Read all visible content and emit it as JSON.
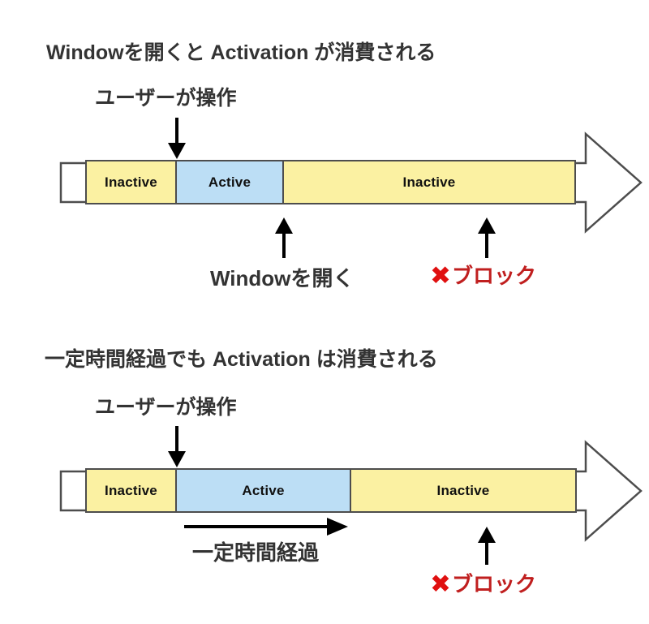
{
  "colors": {
    "inactive-fill": "#FBF1A2",
    "active-fill": "#BCDEF5",
    "outline": "#4D4D4D",
    "text": "#333333",
    "segment-text": "#111111",
    "arrow": "#000000",
    "cross-red": "#E01010",
    "block-red": "#C01F1F"
  },
  "sections": [
    {
      "title": "Windowを開くと Activation が消費される",
      "user_action_label": "ユーザーが操作",
      "segments": [
        {
          "label": "Inactive"
        },
        {
          "label": "Active"
        },
        {
          "label": "Inactive"
        }
      ],
      "event_label": "Windowを開く",
      "block": {
        "cross": "✖",
        "label": "ブロック"
      }
    },
    {
      "title": "一定時間経過でも Activation は消費される",
      "user_action_label": "ユーザーが操作",
      "segments": [
        {
          "label": "Inactive"
        },
        {
          "label": "Active"
        },
        {
          "label": "Inactive"
        }
      ],
      "elapsed_label": "一定時間経過",
      "block": {
        "cross": "✖",
        "label": "ブロック"
      }
    }
  ]
}
